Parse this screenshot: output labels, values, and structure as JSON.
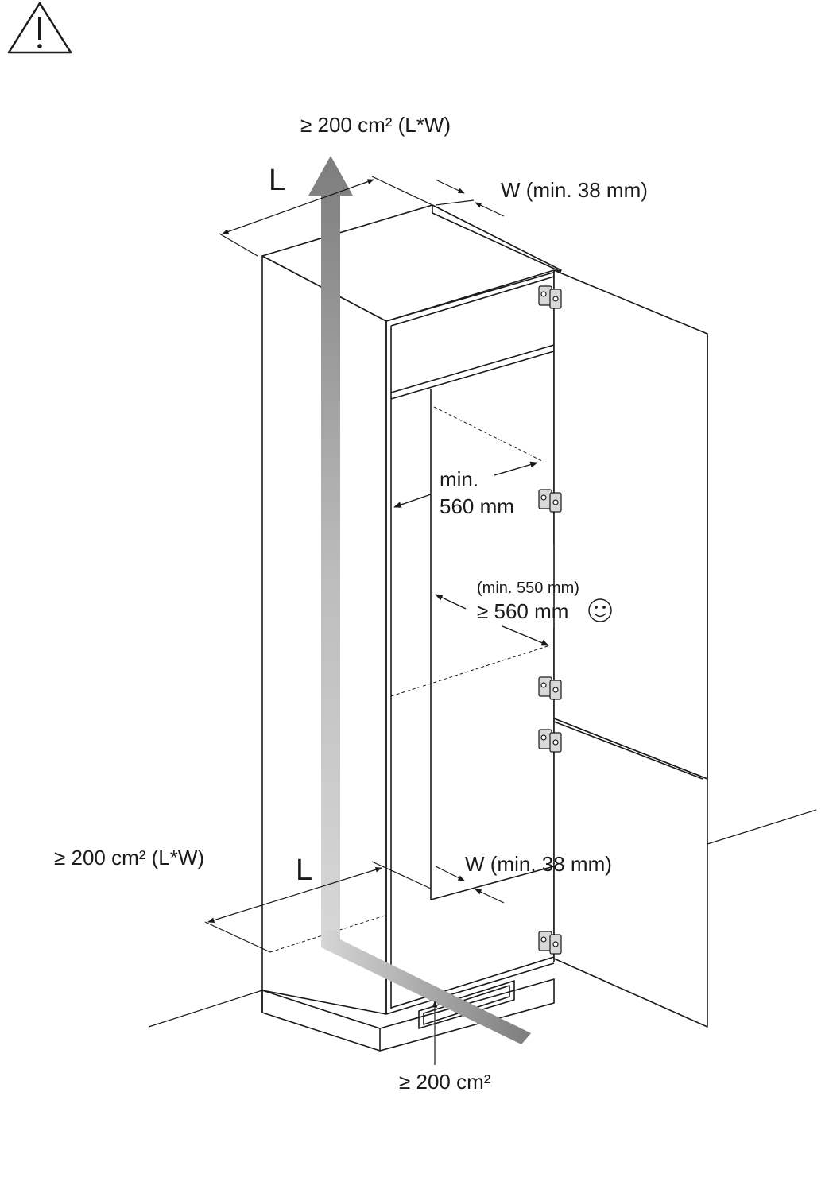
{
  "warning": {
    "icon": "warning-triangle-icon"
  },
  "top": {
    "area_label": "≥ 200 cm² (L*W)",
    "length_letter": "L",
    "width_label": "W (min. 38 mm)"
  },
  "middle": {
    "depth_label_line1": "min.",
    "depth_label_line2": "560 mm",
    "gap_label_small": "(min. 550 mm)",
    "gap_label": "≥ 560 mm",
    "smiley_icon": "smiley-icon"
  },
  "bottom": {
    "area_label": "≥ 200 cm² (L*W)",
    "length_letter": "L",
    "width_label": "W (min. 38 mm)",
    "plinth_label": "≥ 200 cm²"
  },
  "colors": {
    "line": "#1a1a1a",
    "airflow_dark": "#8a8a8a",
    "airflow_light": "#cfcfcf"
  }
}
